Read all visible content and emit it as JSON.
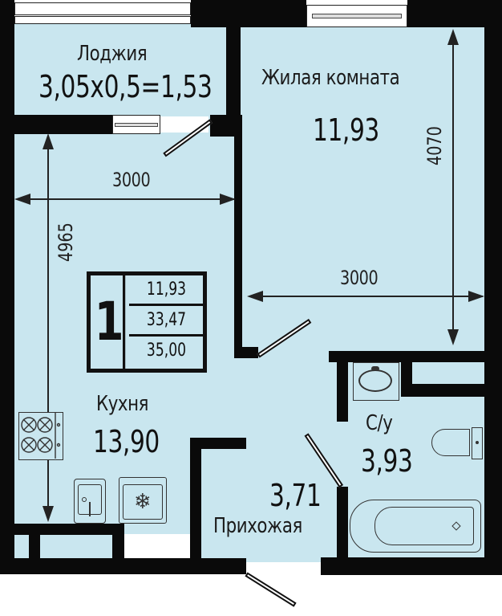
{
  "plan": {
    "title": "1-room apartment floor plan",
    "colors": {
      "floor": "#c9e6ef",
      "wall": "#0a0a0a",
      "window": "#ffffff",
      "text": "#1a1a1a"
    },
    "rooms": [
      {
        "id": "loggia",
        "name": "Лоджия",
        "area_text": "3,05x0,5=1,53"
      },
      {
        "id": "living",
        "name": "Жилая комната",
        "area_text": "11,93"
      },
      {
        "id": "kitchen",
        "name": "Кухня",
        "area_text": "13,90"
      },
      {
        "id": "hall",
        "name": "Прихожая",
        "area_text": "3,71"
      },
      {
        "id": "bathroom",
        "name": "С/у",
        "area_text": "3,93"
      }
    ],
    "dimensions": {
      "kitchen_width": "3000",
      "kitchen_length": "4965",
      "living_width": "3000",
      "living_length": "4070"
    },
    "summary": {
      "rooms_count": "1",
      "living_area": "11,93",
      "total_area": "33,47",
      "total_with_loggia": "35,00"
    },
    "fixtures": [
      "stove-icon",
      "sink-icon",
      "fridge-icon",
      "washbasin-icon",
      "toilet-icon",
      "bathtub-icon"
    ]
  }
}
